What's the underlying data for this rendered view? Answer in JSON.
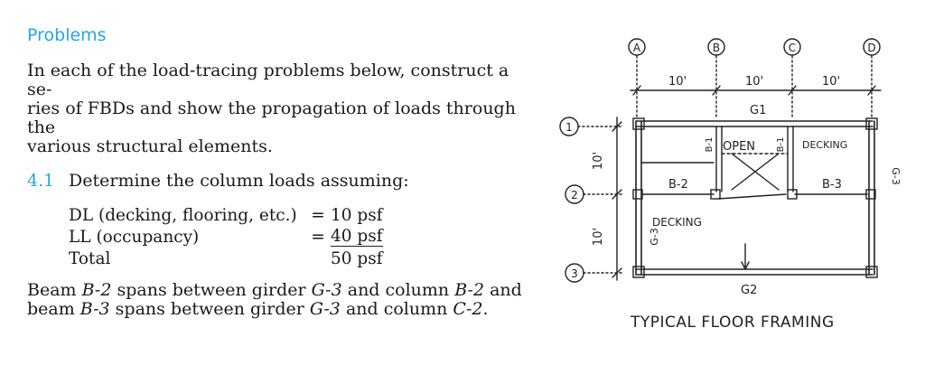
{
  "section": {
    "title": "Problems"
  },
  "intro": "In each of the load-tracing problems below, construct a se- ries of FBDs and show the propagation of loads through the various structural elements.",
  "intro_lines": [
    "In each of the load-tracing problems below, construct a se-",
    "ries of FBDs and show the propagation of loads through the",
    "various structural elements."
  ],
  "problem": {
    "number": "4.1",
    "prompt": "Determine the column loads assuming:",
    "loads": [
      {
        "label": "DL (decking, flooring, etc.)",
        "eq": "=",
        "value": "10 psf"
      },
      {
        "label": "LL (occupancy)",
        "eq": "=",
        "value": "40 psf"
      },
      {
        "label": "Total",
        "eq": "",
        "value": "50 psf"
      }
    ],
    "closing": {
      "l1a": "Beam ",
      "l1b": "B-2",
      "l1c": " spans between girder ",
      "l1d": "G-3",
      "l1e": " and column ",
      "l1f": "B-2",
      "l1g": " and",
      "l2a": "beam ",
      "l2b": "B-3",
      "l2c": " spans between girder ",
      "l2d": "G-3",
      "l2e": " and column ",
      "l2f": "C-2",
      "l2g": "."
    }
  },
  "sketch": {
    "col_markers": [
      "A",
      "B",
      "C",
      "D"
    ],
    "row_markers": [
      "1",
      "2",
      "3"
    ],
    "span_dims": [
      "10'",
      "10'",
      "10'"
    ],
    "row_dims": [
      "10'",
      "10'"
    ],
    "labels": {
      "g1": "G1",
      "g2": "G2",
      "g3_left": "G-3",
      "g3_right": "G-3",
      "open": "OPEN",
      "decking_top": "DECKING",
      "decking_mid": "DECKING",
      "b2": "B-2",
      "b3": "B-3",
      "b1_left": "B-1",
      "b1_right": "B-1"
    },
    "caption": "TYPICAL FLOOR FRAMING"
  }
}
